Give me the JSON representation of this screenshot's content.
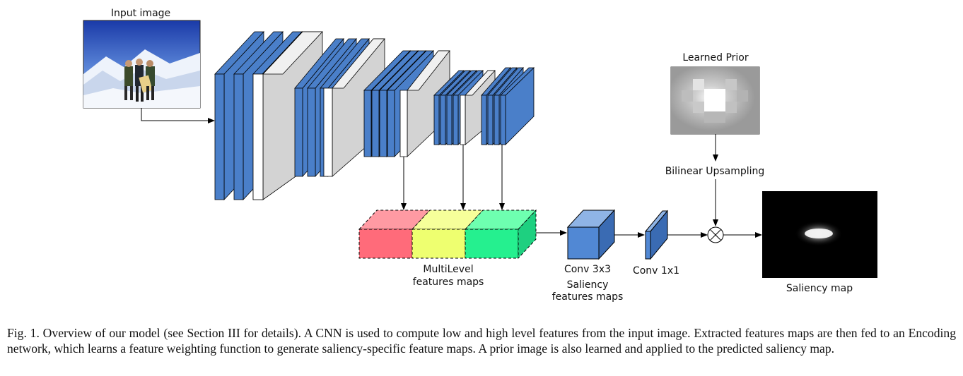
{
  "labels": {
    "input_image": "Input image",
    "learned_prior": "Learned Prior",
    "bilinear_upsampling": "Bilinear Upsampling",
    "multilevel_line1": "MultiLevel",
    "multilevel_line2": "features maps",
    "conv3x3": "Conv 3x3",
    "saliency_features_line1": "Saliency",
    "saliency_features_line2": "features maps",
    "conv1x1": "Conv 1x1",
    "saliency_map": "Saliency map"
  },
  "colors": {
    "layer_blue": "#4a7fc9",
    "layer_gray": "#d3d3d3",
    "feature_red": "#ff6b7a",
    "feature_yellow": "#eeff70",
    "feature_green": "#25f08f",
    "conv_blue": "#5188d4"
  },
  "caption": "Fig. 1.  Overview of our model (see Section III for details). A CNN is used to compute low and high level features from the input image. Extracted features maps are then fed to an Encoding network, which learns a feature weighting function to generate saliency-specific feature maps. A prior image is also learned and applied to the predicted saliency map."
}
